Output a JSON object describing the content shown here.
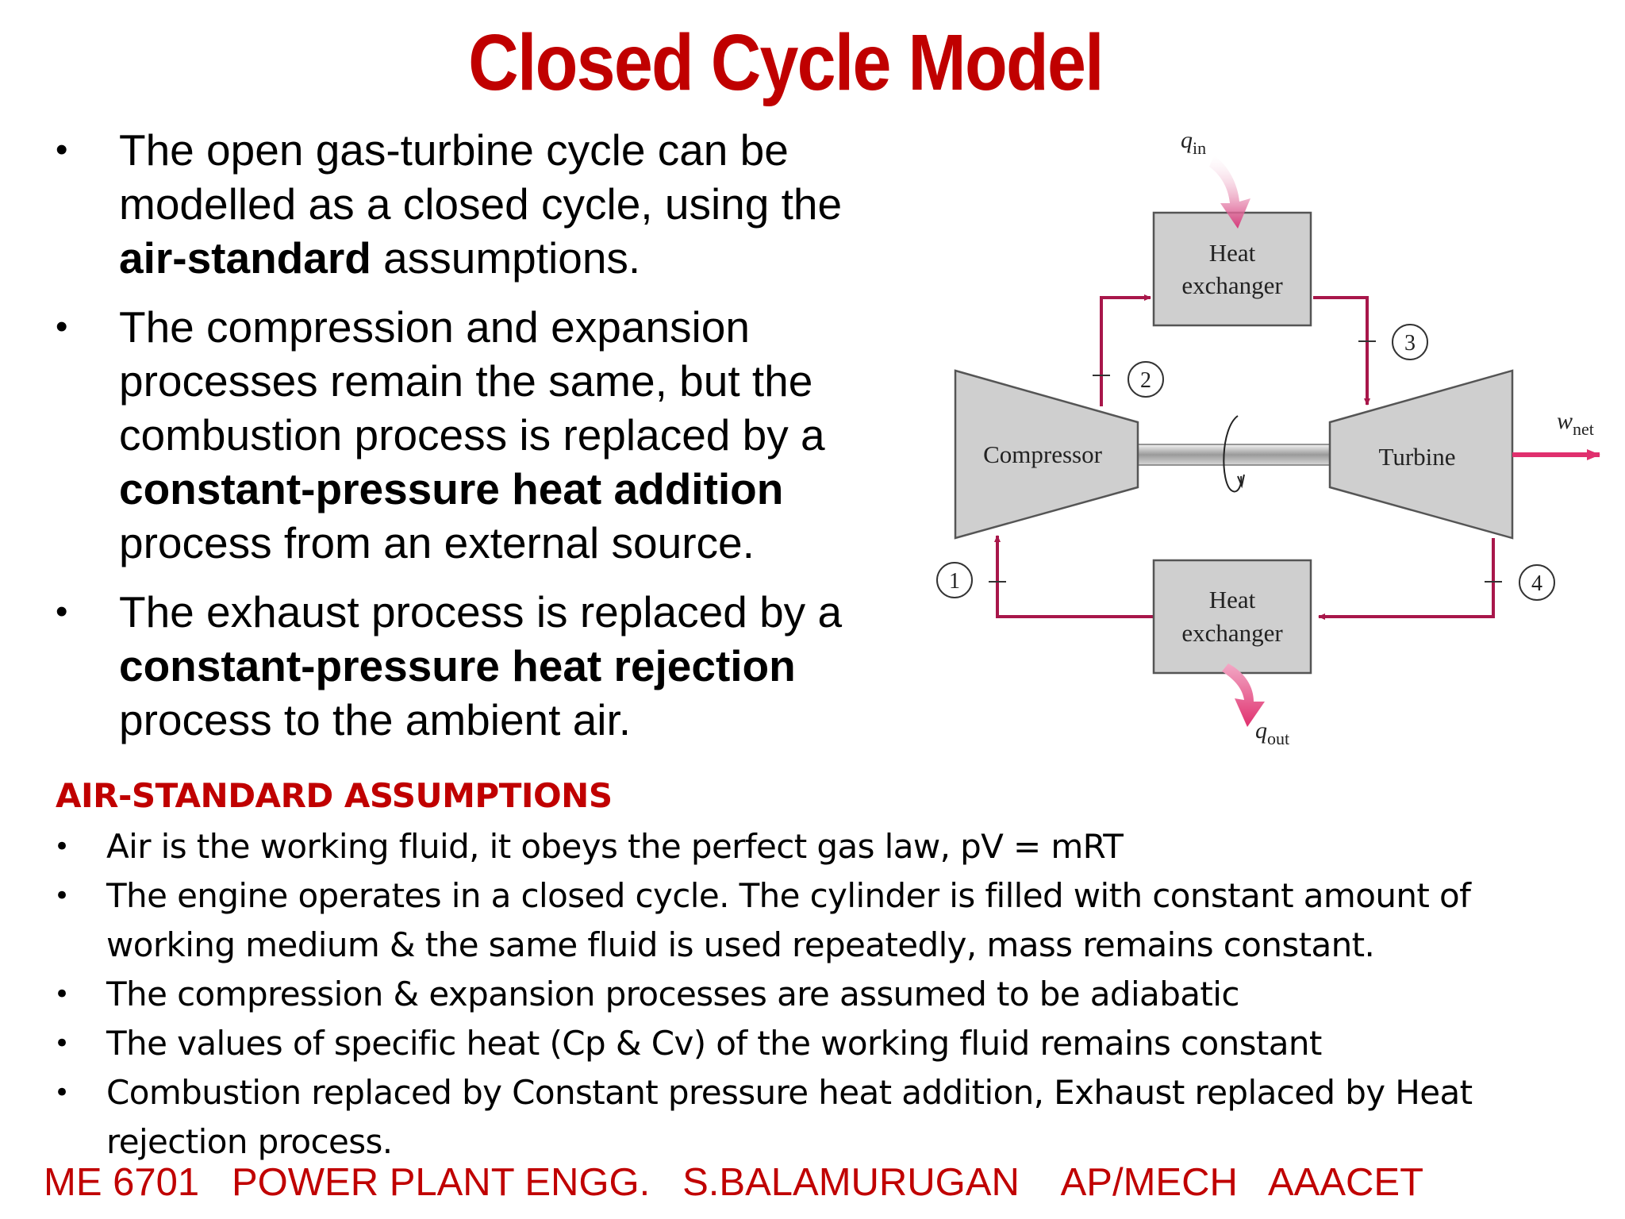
{
  "title": "Closed Cycle Model",
  "main_bullets": [
    {
      "parts": [
        {
          "text": "The open gas-turbine cycle can be modelled as a closed cycle, using the ",
          "bold": false
        },
        {
          "text": "air-standard",
          "bold": true
        },
        {
          "text": " assumptions.",
          "bold": false
        }
      ]
    },
    {
      "parts": [
        {
          "text": "The compression and expansion processes remain the same, but the combustion process is replaced by a ",
          "bold": false
        },
        {
          "text": "constant-pressure heat addition",
          "bold": true
        },
        {
          "text": " process from an external source.",
          "bold": false
        }
      ]
    },
    {
      "parts": [
        {
          "text": "The exhaust process is replaced by a ",
          "bold": false
        },
        {
          "text": "constant-pressure heat rejection",
          "bold": true
        },
        {
          "text": " process to the ambient air.",
          "bold": false
        }
      ]
    }
  ],
  "bullet_symbol": "•",
  "assumptions": {
    "heading": "AIR-STANDARD ASSUMPTIONS",
    "items": [
      "Air is the working fluid, it obeys the perfect gas law, pV = mRT",
      "The engine operates in a closed cycle. The cylinder is filled with constant amount of working medium & the same fluid is used repeatedly, mass remains constant.",
      "The compression & expansion processes are assumed to be adiabatic",
      "The values of specific heat (Cp & Cv) of the working fluid remains constant",
      "Combustion replaced by Constant pressure heat addition, Exhaust replaced by Heat rejection process."
    ]
  },
  "footer": "ME 6701   POWER PLANT ENGG.   S.BALAMURUGAN    AP/MECH   AAACET",
  "diagram": {
    "heat_exchanger_top": [
      "Heat",
      "exchanger"
    ],
    "heat_exchanger_bottom": [
      "Heat",
      "exchanger"
    ],
    "compressor": "Compressor",
    "turbine": "Turbine",
    "q_in": {
      "base": "q",
      "sub": "in"
    },
    "q_out": {
      "base": "q",
      "sub": "out"
    },
    "w_net": {
      "base": "w",
      "sub": "net"
    },
    "state_points": [
      "1",
      "2",
      "3",
      "4"
    ]
  },
  "colors": {
    "title": "#c00000",
    "flow_line": "#a8174a",
    "heat_arrow": "#d63a7a",
    "box_fill": "#cfcfcf",
    "box_stroke": "#555555"
  }
}
